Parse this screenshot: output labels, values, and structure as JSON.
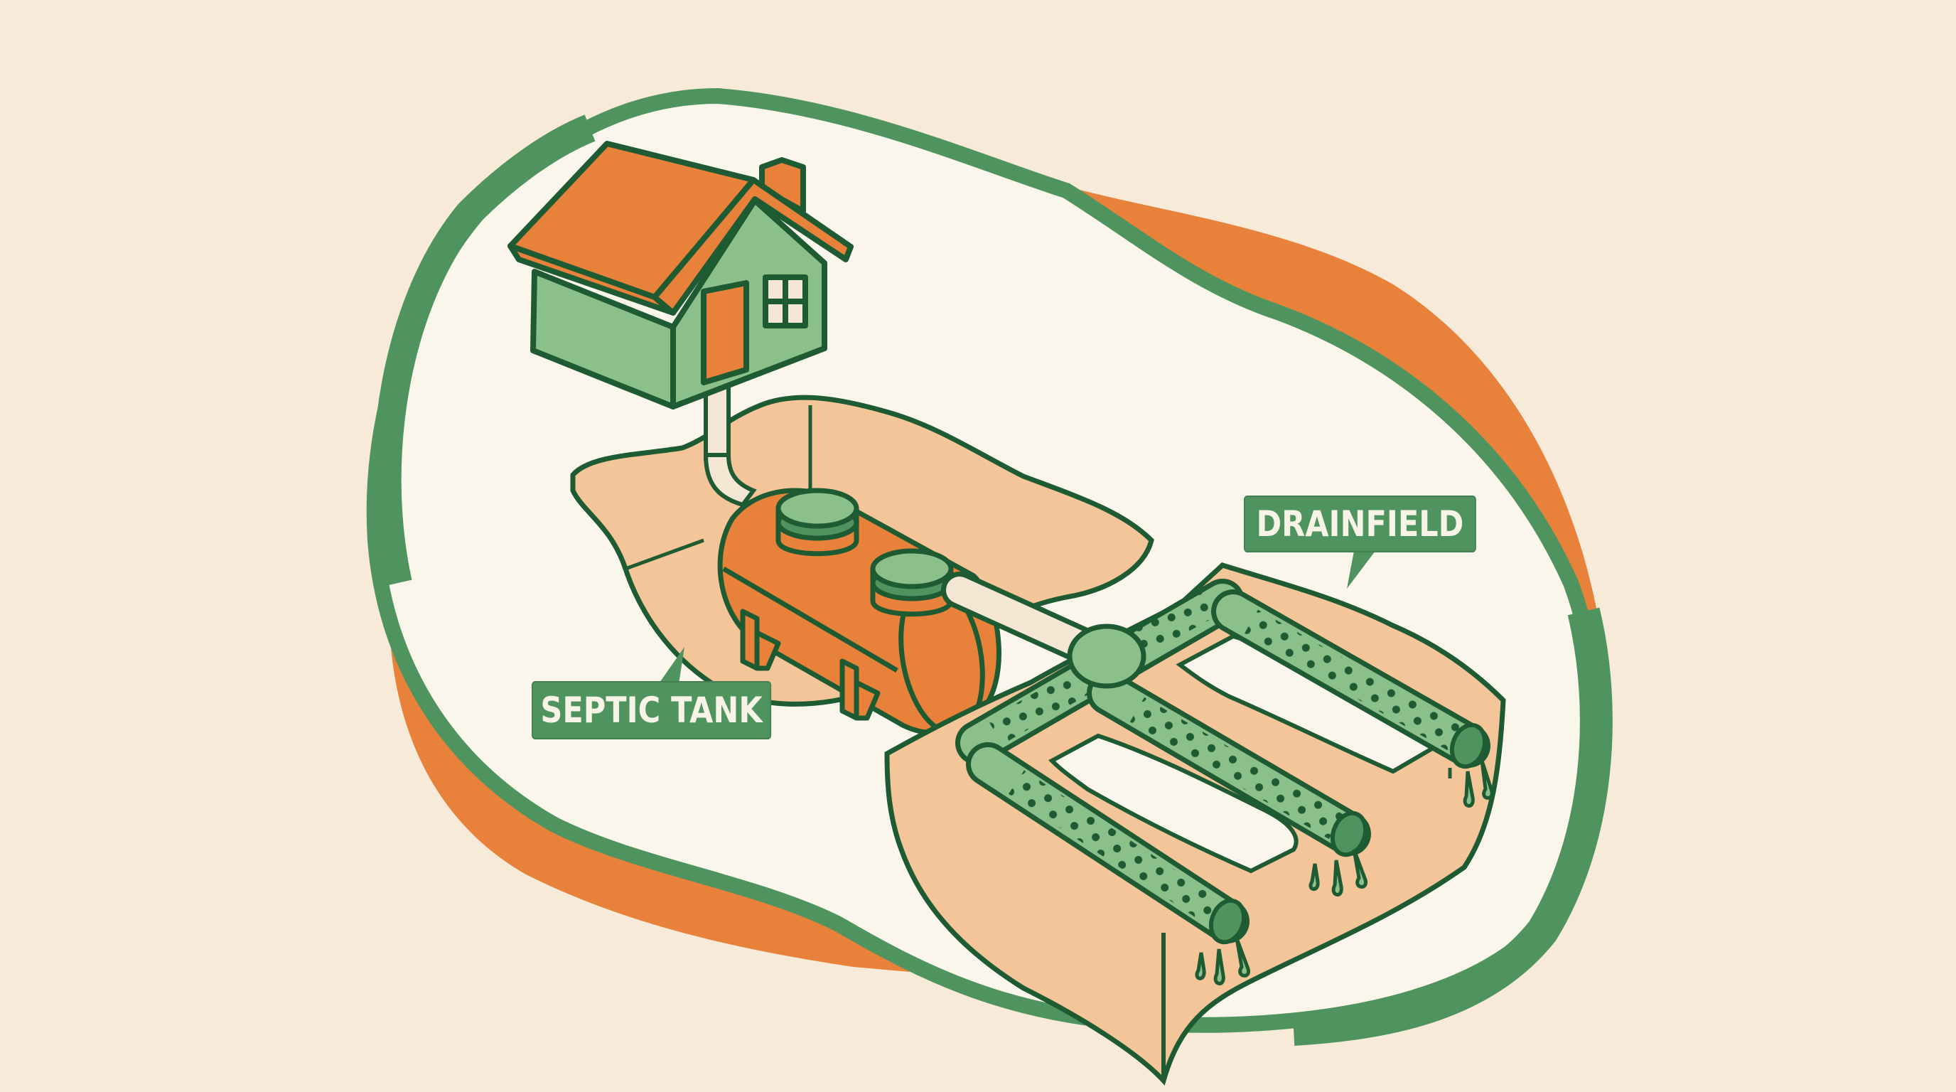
{
  "diagram": {
    "subject": "Septic system",
    "labels": {
      "septic_tank": "SEPTIC TANK",
      "drainfield": "DRAINFIELD"
    },
    "components": [
      {
        "id": "house",
        "name": "House"
      },
      {
        "id": "inlet-pipe",
        "name": "Inlet pipe"
      },
      {
        "id": "septic-tank",
        "name": "Septic tank"
      },
      {
        "id": "outlet-pipe",
        "name": "Outlet pipe"
      },
      {
        "id": "distribution-junction",
        "name": "Distribution junction"
      },
      {
        "id": "drainfield",
        "name": "Drainfield with perforated pipes"
      }
    ]
  },
  "palette": {
    "background": "#f8ead8",
    "inner": "#faf6ec",
    "outline": "#1e5a32",
    "green_dark": "#4f945e",
    "green_light": "#8cc08a",
    "orange": "#e8823a",
    "soil": "#f4c598",
    "pipe_cream": "#f3e6d3"
  }
}
